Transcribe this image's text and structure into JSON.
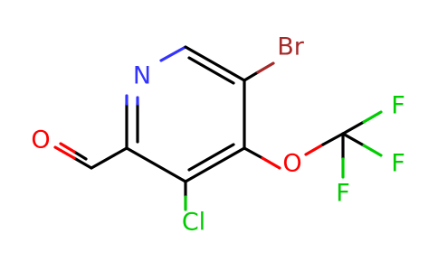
{
  "atoms": [
    {
      "id": "N",
      "label": "N",
      "color": "#3333ff"
    },
    {
      "id": "Br",
      "label": "Br",
      "color": "#a52a2a"
    },
    {
      "id": "O1",
      "label": "O",
      "color": "#ff0000"
    },
    {
      "id": "O2",
      "label": "O",
      "color": "#ff0000"
    },
    {
      "id": "Cl",
      "label": "Cl",
      "color": "#00cc00"
    },
    {
      "id": "F1",
      "label": "F",
      "color": "#00cc00"
    },
    {
      "id": "F2",
      "label": "F",
      "color": "#00cc00"
    },
    {
      "id": "F3",
      "label": "F",
      "color": "#00cc00"
    }
  ]
}
